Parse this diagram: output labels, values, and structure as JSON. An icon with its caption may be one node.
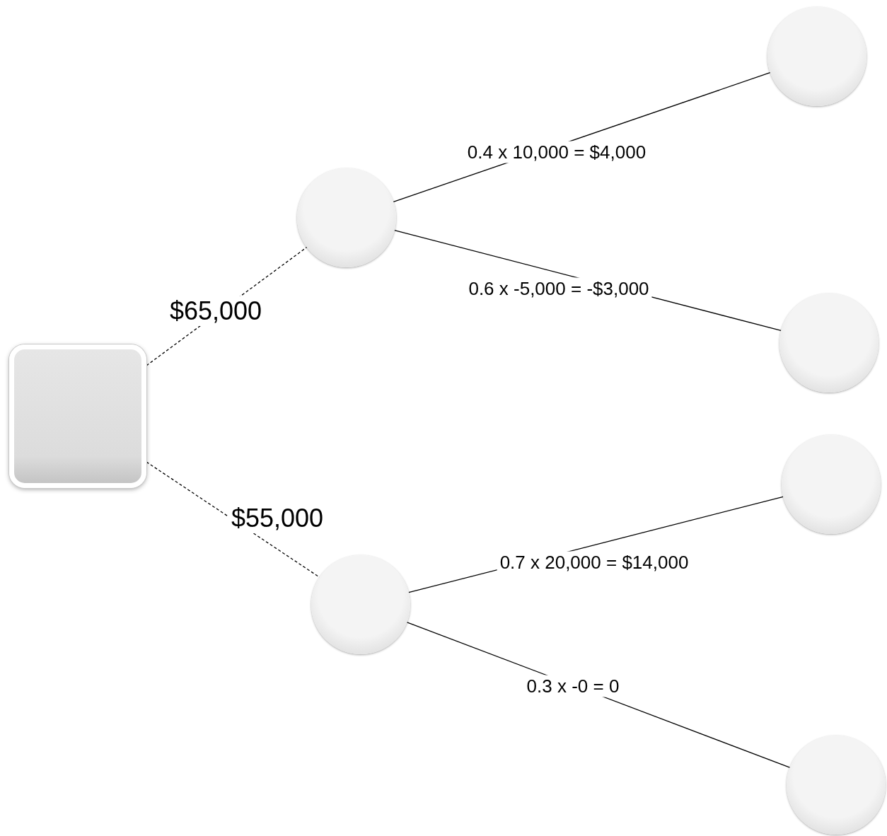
{
  "diagram": {
    "nodes": [
      {
        "text": [],
        "shape": "box"
      },
      {
        "text": [],
        "shape": "circle"
      },
      {
        "text": [],
        "shape": "circle"
      },
      {
        "text": [],
        "shape": "circle"
      },
      {
        "text": [],
        "shape": "circle"
      },
      {
        "text": [],
        "shape": "circle"
      },
      {
        "text": [],
        "shape": "circle"
      }
    ],
    "edges": [
      {
        "from": 0,
        "to": 1,
        "arrow": "none",
        "style": "dashed",
        "label": "$65,000"
      },
      {
        "from": 0,
        "to": 4,
        "arrow": "none",
        "style": "dashed",
        "label": "$55,000"
      },
      {
        "from": 1,
        "to": 2,
        "arrow": "none",
        "label": "0.4 x 10,000 = $4,000"
      },
      {
        "from": 1,
        "to": 3,
        "arrow": "none",
        "label": "0.6 x -5,000 = -$3,000"
      },
      {
        "from": 4,
        "to": 5,
        "arrow": "none",
        "label": "0.7 x 20,000 = $14,000"
      },
      {
        "from": 4,
        "to": 6,
        "arrow": "none",
        "label": "0.3 x -0 = 0"
      }
    ]
  }
}
